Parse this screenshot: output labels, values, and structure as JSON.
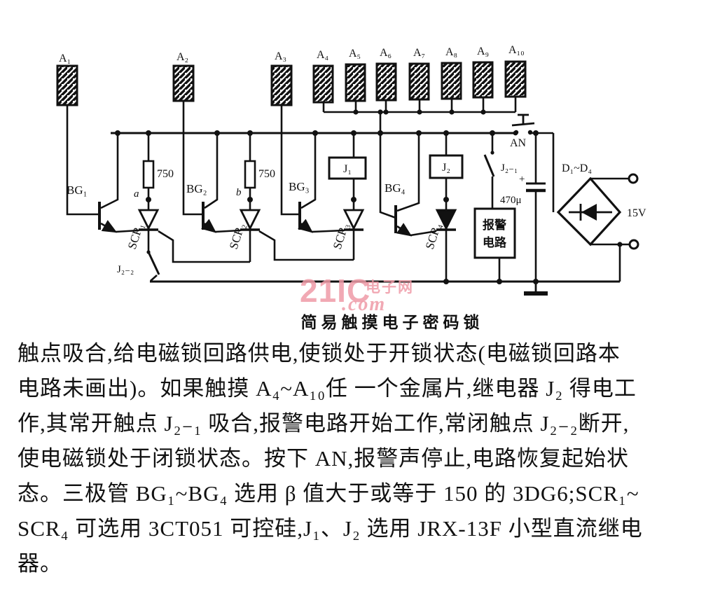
{
  "schematic": {
    "caption": "简易触摸电子密码锁",
    "pads": [
      {
        "label": "A₁"
      },
      {
        "label": "A₂"
      },
      {
        "label": "A₃"
      },
      {
        "label": "A₄"
      },
      {
        "label": "A₅"
      },
      {
        "label": "A₆"
      },
      {
        "label": "A₇"
      },
      {
        "label": "A₈"
      },
      {
        "label": "A₉"
      },
      {
        "label": "A₁₀"
      }
    ],
    "transistors": {
      "bg1": "BG₁",
      "bg2": "BG₂",
      "bg3": "BG₃",
      "bg4": "BG₄"
    },
    "scrs": {
      "scr1": "SCR₁",
      "scr2": "SCR₂",
      "scr3": "SCR₃",
      "scr4": "SCR₄"
    },
    "resistors": {
      "r1": "750",
      "r2": "750"
    },
    "relays": {
      "j1": "J₁",
      "j2": "J₂"
    },
    "contacts": {
      "j2_1": "J₂₋₁",
      "j2_2": "J₂₋₂"
    },
    "nodes": {
      "a": "a",
      "b": "b"
    },
    "button": "AN",
    "capacitor": {
      "value": "470μ",
      "polarity": "+"
    },
    "alarm_box": {
      "line1": "报警",
      "line2": "电路"
    },
    "bridge": "D₁~D₄",
    "supply": "15V"
  },
  "watermark": {
    "logo": "21IC",
    "site": "电子网",
    "domain": ".com"
  },
  "text_block": {
    "lines": [
      "触点吸合,给电磁锁回路供电,使锁处于开锁状态(电磁锁回路本",
      "电路未画出)。如果触摸 A₄~A₁₀任 一个金属片,继电器 J₂ 得电工",
      "作,其常开触点 J₂₋₁ 吸合,报警电路开始工作,常闭触点 J₂₋₂断开,",
      "使电磁锁处于闭锁状态。按下 AN,报警声停止,电路恢复起始状",
      "态。三极管 BG₁~BG₄ 选用 β 值大于或等于 150 的 3DG6;SCR₁~",
      "SCR₄ 可选用 3CT051 可控硅,J₁、J₂ 选用 JRX-13F 小型直流继电",
      "器。"
    ]
  }
}
